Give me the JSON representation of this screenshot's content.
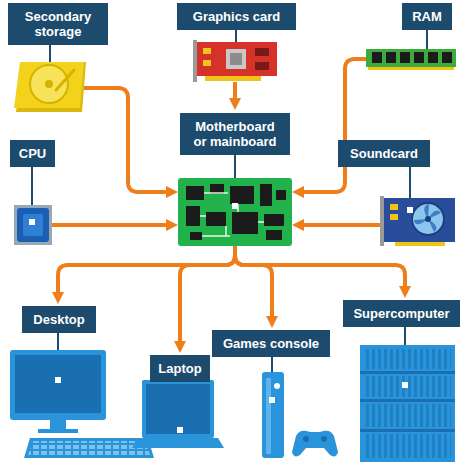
{
  "diagram": {
    "nodes": [
      {
        "text": [
          "Secondary storage"
        ]
      },
      {
        "text": [
          "Graphics card"
        ]
      },
      {
        "text": [
          "RAM"
        ]
      },
      {
        "text": [
          "Motherboard or mainboard"
        ]
      },
      {
        "text": [
          "CPU"
        ]
      },
      {
        "text": [
          "Soundcard"
        ]
      },
      {
        "text": [
          "Desktop"
        ]
      },
      {
        "text": [
          "Laptop"
        ]
      },
      {
        "text": [
          "Games console"
        ]
      },
      {
        "text": [
          "Supercomputer"
        ]
      }
    ],
    "edges": [
      {
        "from": 0,
        "to": 3,
        "arrow": "to"
      },
      {
        "from": 1,
        "to": 3,
        "arrow": "to"
      },
      {
        "from": 2,
        "to": 3,
        "arrow": "to"
      },
      {
        "from": 4,
        "to": 3,
        "arrow": "to"
      },
      {
        "from": 5,
        "to": 3,
        "arrow": "to"
      },
      {
        "from": 3,
        "to": 6,
        "arrow": "to"
      },
      {
        "from": 3,
        "to": 7,
        "arrow": "to"
      },
      {
        "from": 3,
        "to": 8,
        "arrow": "to"
      },
      {
        "from": 3,
        "to": 9,
        "arrow": "to"
      }
    ]
  }
}
